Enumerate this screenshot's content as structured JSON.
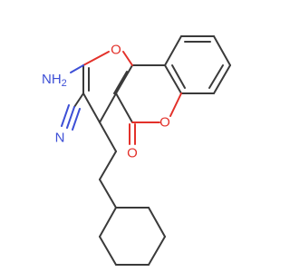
{
  "molecule": {
    "atom_labels": {
      "amino": "NH",
      "amino_subscript": "2",
      "nitrile_n": "N",
      "ring_oxygen_pyran": "O",
      "ring_oxygen_lactone": "O",
      "carbonyl_oxygen": "O"
    },
    "colors": {
      "carbon_bond": "#3a3a3a",
      "oxygen": "#e3312a",
      "nitrogen": "#3d4fd6",
      "background": "#ffffff"
    }
  }
}
